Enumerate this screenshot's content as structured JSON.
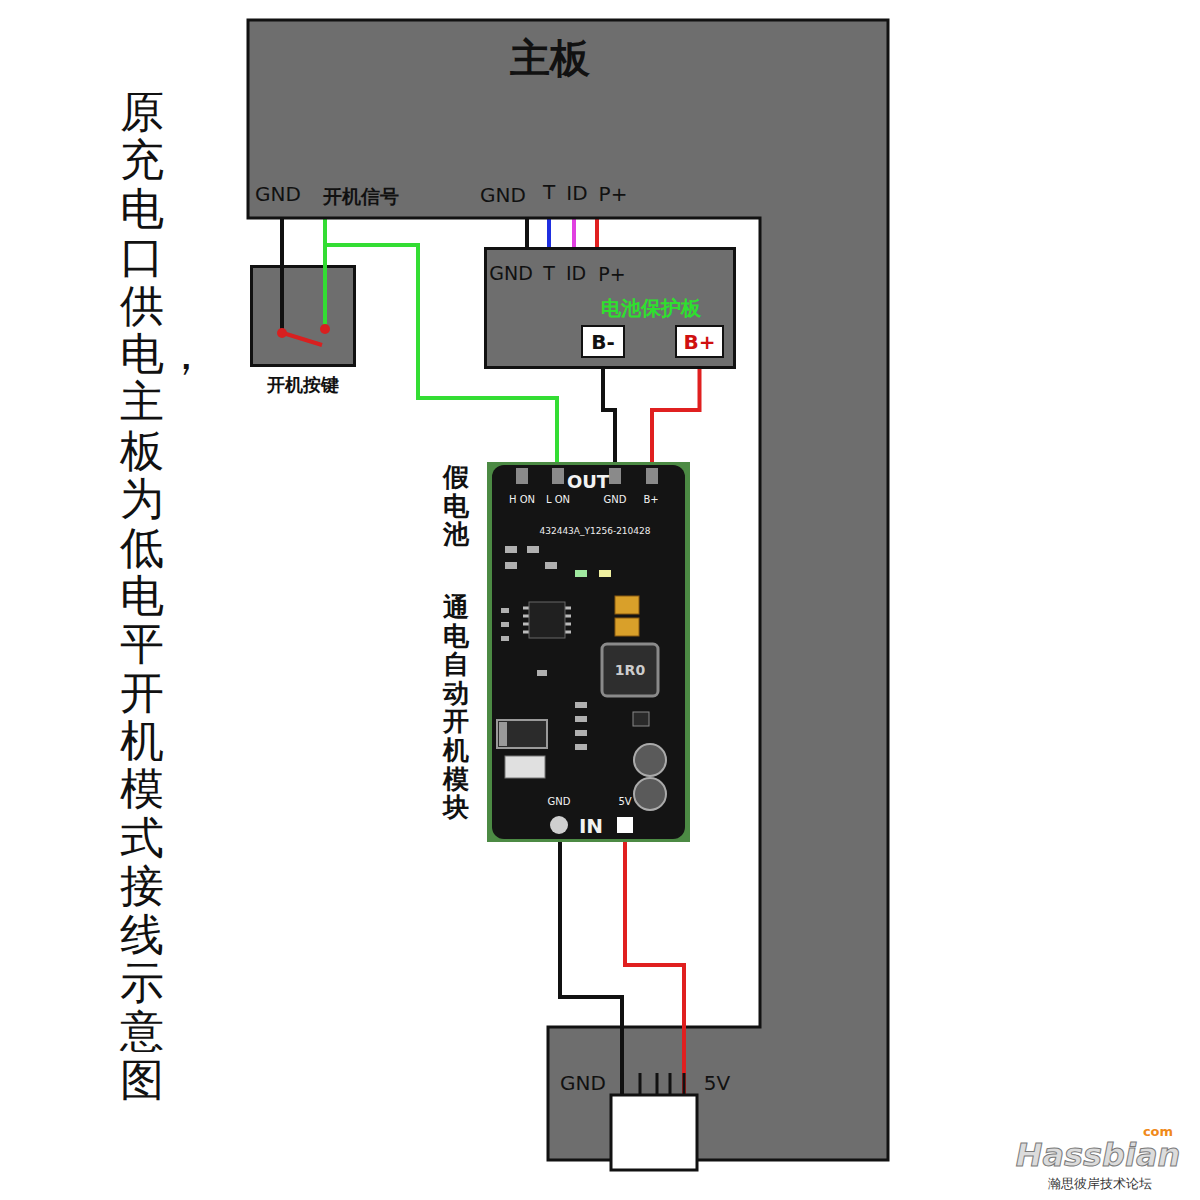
{
  "diagram": {
    "title": "原充电口供电，主板为低电平开机模式接线示意图",
    "nodes": [
      {
        "text": [
          "主板"
        ]
      },
      {
        "text": [
          "开机按键"
        ]
      },
      {
        "text": [
          "电池保护板"
        ]
      },
      {
        "text": [
          "B-"
        ],
        "in": 2
      },
      {
        "text": [
          "B+"
        ],
        "in": 2
      },
      {
        "text": [
          "假电池",
          "通电自动开机模块"
        ]
      }
    ],
    "edges": [
      {
        "from": 0,
        "to": 1,
        "arrow": "none"
      },
      {
        "from": 0,
        "to": 1,
        "arrow": "none"
      },
      {
        "from": 0,
        "to": 5,
        "arrow": "none"
      },
      {
        "from": 0,
        "to": 2,
        "arrow": "none"
      },
      {
        "from": 0,
        "to": 2,
        "arrow": "none"
      },
      {
        "from": 0,
        "to": 2,
        "arrow": "none"
      },
      {
        "from": 0,
        "to": 2,
        "arrow": "none"
      },
      {
        "from": 3,
        "to": 5,
        "arrow": "none"
      },
      {
        "from": 4,
        "to": 5,
        "arrow": "none"
      }
    ],
    "labels": [
      "GND",
      "开机信号",
      "GND",
      "T",
      "ID",
      "P+",
      "GND",
      "T",
      "ID",
      "P+",
      "H ON",
      "L ON",
      "OUT",
      "GND",
      "B+",
      "GND",
      "IN",
      "5V",
      "GND",
      "5V",
      "Hassbian",
      "com",
      "瀚思彼岸技术论坛",
      "432443A_Y1256-210428",
      "1R0"
    ]
  }
}
